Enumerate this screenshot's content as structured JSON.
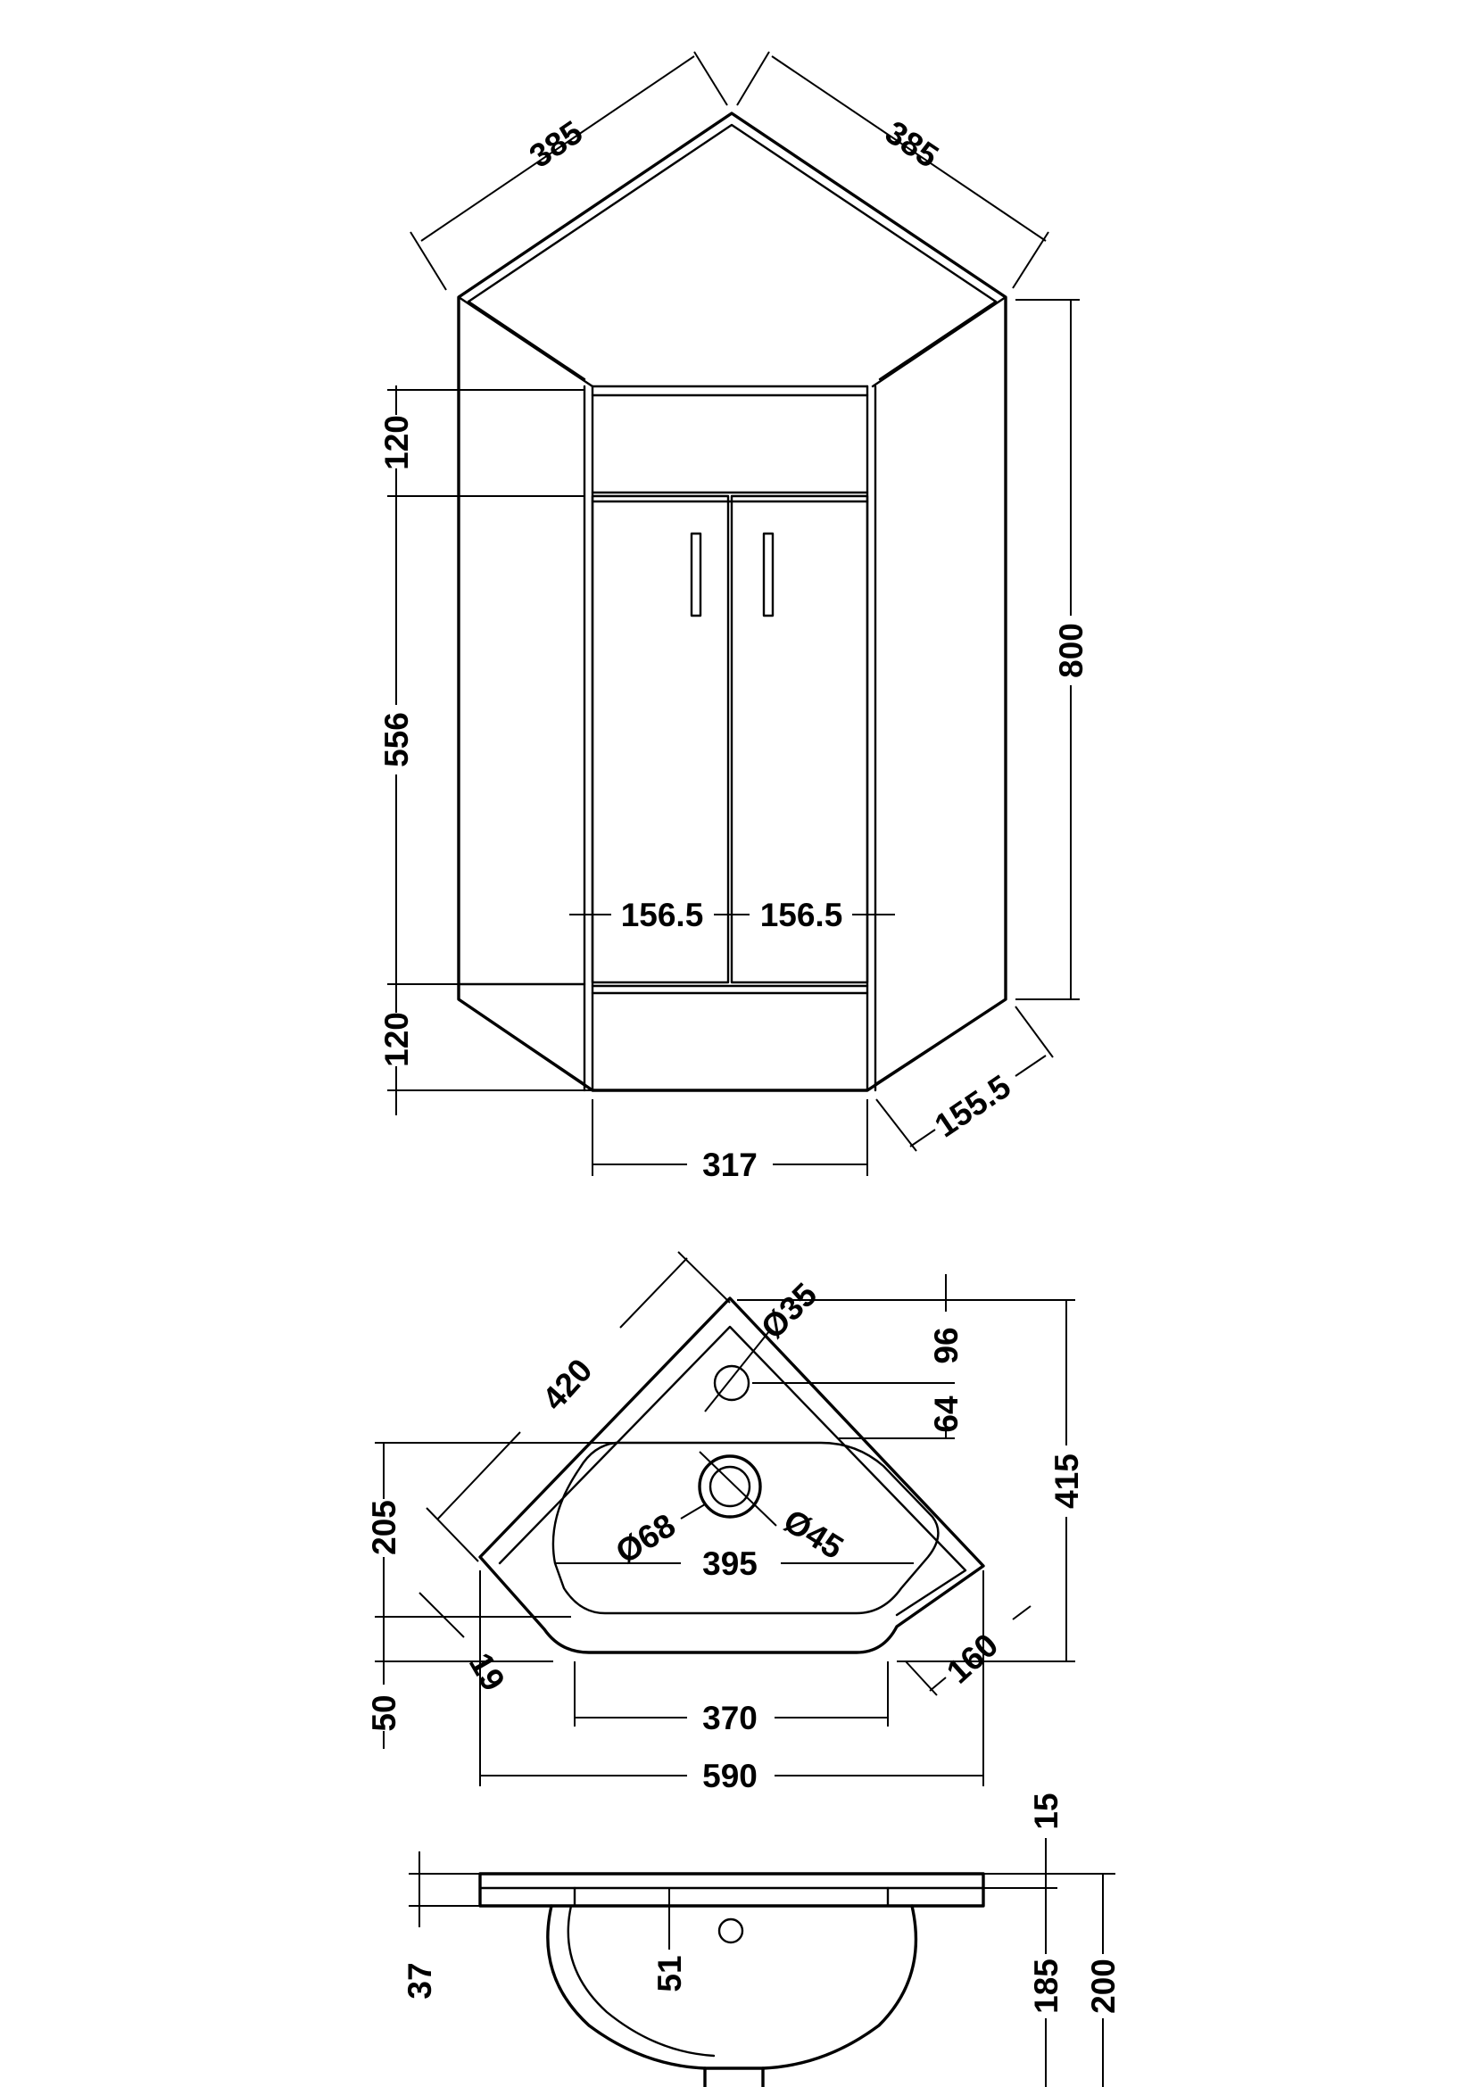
{
  "cabinet": {
    "top_left": "385",
    "top_right": "385",
    "drawer_top": "120",
    "door_height": "556",
    "plinth": "120",
    "total_height": "800",
    "door_left": "156.5",
    "door_right": "156.5",
    "front_width": "317",
    "side_depth": "155.5"
  },
  "basin_plan": {
    "tap_hole": "Ø35",
    "top_offset": "96",
    "tap_offset": "64",
    "diagonal": "420",
    "total_depth": "415",
    "bowl_depth": "205",
    "waste_outer": "Ø68",
    "waste_inner": "Ø45",
    "bowl_width": "395",
    "front_return": "19",
    "front_chamfer": "160",
    "front_projection": "50",
    "inner_width": "370",
    "overall_width": "590"
  },
  "basin_side": {
    "rim": "15",
    "lip": "37",
    "overflow": "51",
    "bowl_drop": "185",
    "total_height": "200"
  }
}
